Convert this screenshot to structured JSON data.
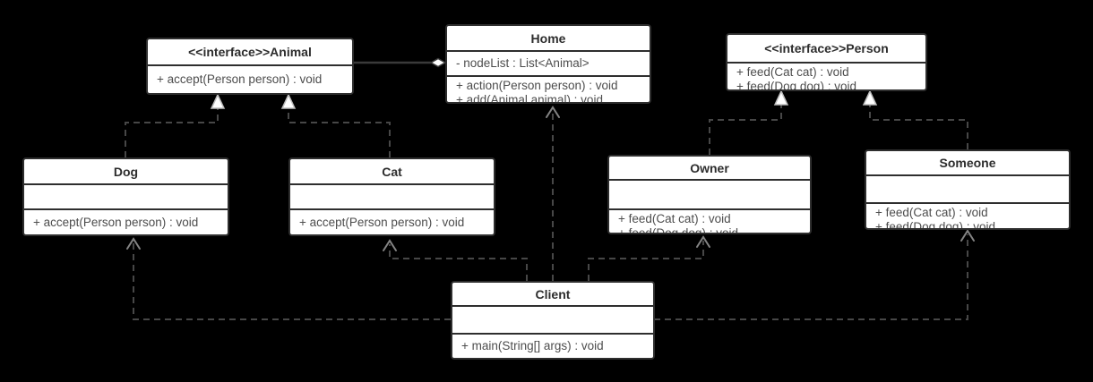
{
  "diagram": {
    "type": "uml-class-diagram",
    "colors": {
      "background": "#000000",
      "node_fill": "#ffffff",
      "node_border": "#2e2e2e",
      "title_text": "#2d2d2d",
      "member_text": "#4d4d4d",
      "connector_dash": "#474747",
      "connector_solid": "#3a3a3a",
      "open_arrowhead": "#848484",
      "realization_triangle_fill": "#ffffff"
    },
    "classes": [
      {
        "name": "Animal",
        "title": "<<interface>>Animal",
        "attributes": [],
        "methods": [
          "+ accept(Person person) : void"
        ]
      },
      {
        "name": "Home",
        "title": "Home",
        "attributes": [
          "- nodeList : List<Animal>"
        ],
        "methods": [
          "+ action(Person person) : void",
          "+ add(Animal animal) : void"
        ]
      },
      {
        "name": "Person",
        "title": "<<interface>>Person",
        "attributes": [],
        "methods": [
          "+ feed(Cat cat) : void",
          "+ feed(Dog dog) : void"
        ]
      },
      {
        "name": "Dog",
        "title": "Dog",
        "attributes": [],
        "methods": [
          "+ accept(Person person) : void"
        ]
      },
      {
        "name": "Cat",
        "title": "Cat",
        "attributes": [],
        "methods": [
          "+ accept(Person person) : void"
        ]
      },
      {
        "name": "Owner",
        "title": "Owner",
        "attributes": [],
        "methods": [
          "+ feed(Cat cat) : void",
          "+ feed(Dog dog) : void"
        ]
      },
      {
        "name": "Someone",
        "title": "Someone",
        "attributes": [],
        "methods": [
          "+ feed(Cat cat) : void",
          "+ feed(Dog dog) : void"
        ]
      },
      {
        "name": "Client",
        "title": "Client",
        "attributes": [],
        "methods": [
          "+ main(String[] args) : void"
        ]
      }
    ],
    "relations": [
      {
        "from": "Dog",
        "to": "Animal",
        "type": "realization"
      },
      {
        "from": "Cat",
        "to": "Animal",
        "type": "realization"
      },
      {
        "from": "Owner",
        "to": "Person",
        "type": "realization"
      },
      {
        "from": "Someone",
        "to": "Person",
        "type": "realization"
      },
      {
        "from": "Home",
        "to": "Animal",
        "type": "aggregation"
      },
      {
        "from": "Client",
        "to": "Home",
        "type": "dependency"
      },
      {
        "from": "Client",
        "to": "Cat",
        "type": "dependency"
      },
      {
        "from": "Client",
        "to": "Owner",
        "type": "dependency"
      },
      {
        "from": "Client",
        "to": "Dog",
        "type": "dependency"
      },
      {
        "from": "Client",
        "to": "Someone",
        "type": "dependency"
      }
    ]
  }
}
